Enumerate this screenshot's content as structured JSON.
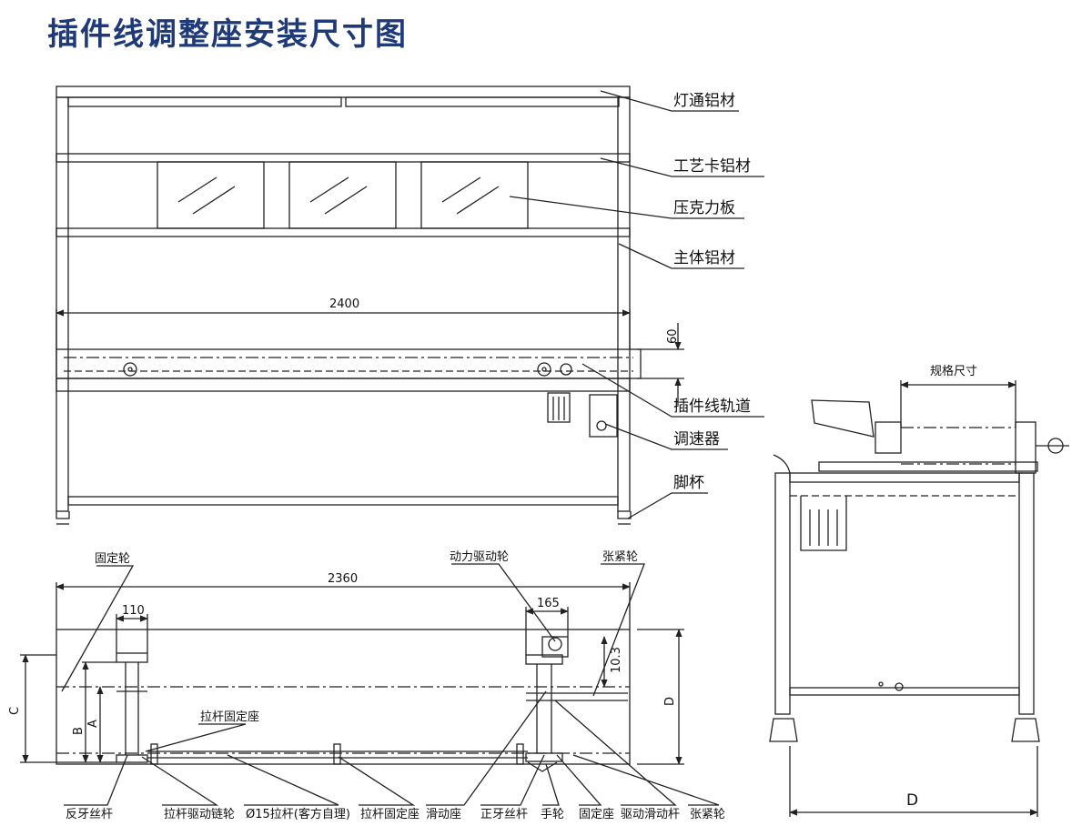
{
  "title": "插件线调整座安装尺寸图",
  "labels": {
    "light_profile": "灯通铝材",
    "process_card_profile": "工艺卡铝材",
    "acrylic_board": "压克力板",
    "main_profile": "主体铝材",
    "track": "插件线轨道",
    "speed_controller": "调速器",
    "foot_cup": "脚杯",
    "spec_size": "规格尺寸",
    "fixed_wheel": "固定轮",
    "power_drive_wheel": "动力驱动轮",
    "tension_wheel_top": "张紧轮",
    "rod_fixing_seat_top": "拉杆固定座",
    "reverse_screw": "反牙丝杆",
    "rod_drive_sprocket": "拉杆驱动链轮",
    "rod_phi15": "Ø15拉杆(客方自理)",
    "rod_fixing_seat_bottom": "拉杆固定座",
    "slide_seat": "滑动座",
    "forward_screw": "正牙丝杆",
    "handwheel": "手轮",
    "fixed_seat": "固定座",
    "drive_slide_rod": "驱动滑动杆",
    "tension_wheel_bottom": "张紧轮"
  },
  "dimensions": {
    "d2400": "2400",
    "d60": "60",
    "d2360": "2360",
    "d110": "110",
    "d165": "165",
    "d10_3": "10.3",
    "dA": "A",
    "dB": "B",
    "dC": "C",
    "dD_plan": "D",
    "dD_side": "D"
  },
  "colors": {
    "title": "#1f3a78",
    "line": "#222222"
  }
}
